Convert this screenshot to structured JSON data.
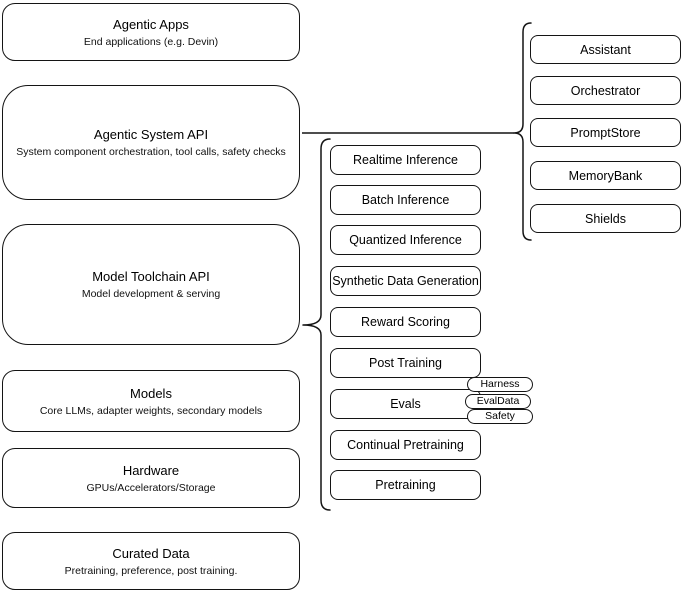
{
  "diagram": {
    "left_stack": [
      {
        "title": "Agentic Apps",
        "subtitle": "End applications (e.g. Devin)"
      },
      {
        "title": "Agentic System API",
        "subtitle": "System component orchestration, tool calls, safety checks"
      },
      {
        "title": "Model Toolchain API",
        "subtitle": "Model development & serving"
      },
      {
        "title": "Models",
        "subtitle": "Core LLMs, adapter weights, secondary models"
      },
      {
        "title": "Hardware",
        "subtitle": "GPUs/Accelerators/Storage"
      },
      {
        "title": "Curated Data",
        "subtitle": "Pretraining, preference, post training."
      }
    ],
    "toolchain_components": [
      {
        "label": "Realtime Inference"
      },
      {
        "label": "Batch Inference"
      },
      {
        "label": "Quantized Inference"
      },
      {
        "label": "Synthetic Data Generation"
      },
      {
        "label": "Reward Scoring"
      },
      {
        "label": "Post Training"
      },
      {
        "label": "Evals"
      },
      {
        "label": "Continual Pretraining"
      },
      {
        "label": "Pretraining"
      }
    ],
    "evals_tags": [
      {
        "label": "Harness"
      },
      {
        "label": "EvalData"
      },
      {
        "label": "Safety"
      }
    ],
    "system_components": [
      {
        "label": "Assistant"
      },
      {
        "label": "Orchestrator"
      },
      {
        "label": "PromptStore"
      },
      {
        "label": "MemoryBank"
      },
      {
        "label": "Shields"
      }
    ],
    "colors": {
      "stroke": "#141414",
      "background": "#ffffff",
      "text": "#000000"
    }
  }
}
